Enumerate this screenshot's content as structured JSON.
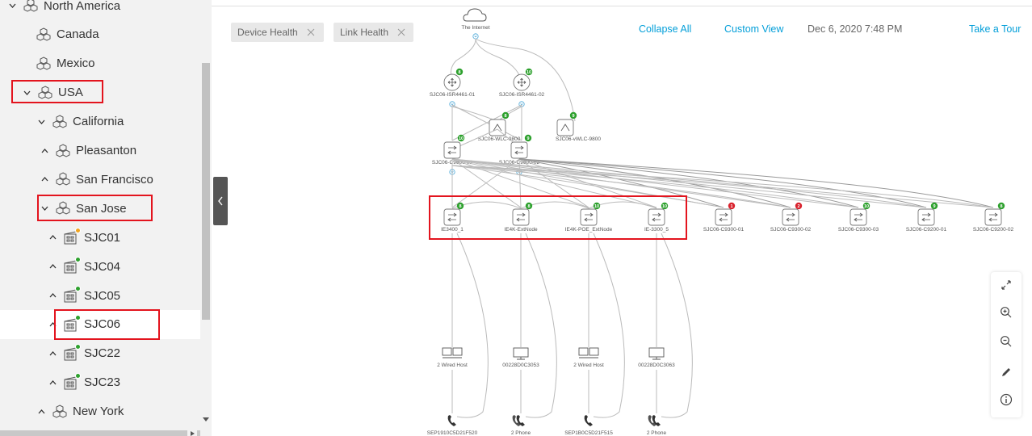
{
  "sidebar": {
    "items": [
      {
        "label": "North America",
        "chevron": "down",
        "icon": "site-icon",
        "level": 0
      },
      {
        "label": "Canada",
        "chevron": "",
        "icon": "site-icon",
        "level": 1
      },
      {
        "label": "Mexico",
        "chevron": "",
        "icon": "site-icon",
        "level": 1
      },
      {
        "label": "USA",
        "chevron": "down",
        "icon": "site-icon",
        "level": 1
      },
      {
        "label": "California",
        "chevron": "down",
        "icon": "site-icon",
        "level": 2
      },
      {
        "label": "Pleasanton",
        "chevron": "up",
        "icon": "site-icon",
        "level": 3
      },
      {
        "label": "San Francisco",
        "chevron": "up",
        "icon": "site-icon",
        "level": 3
      },
      {
        "label": "San Jose",
        "chevron": "down",
        "icon": "site-icon",
        "level": 3
      },
      {
        "label": "SJC01",
        "chevron": "up",
        "icon": "building-icon",
        "level": 4,
        "status": "orange"
      },
      {
        "label": "SJC04",
        "chevron": "up",
        "icon": "building-icon",
        "level": 4,
        "status": "green"
      },
      {
        "label": "SJC05",
        "chevron": "up",
        "icon": "building-icon",
        "level": 4,
        "status": "green"
      },
      {
        "label": "SJC06",
        "chevron": "up",
        "icon": "building-icon",
        "level": 4,
        "status": "green",
        "selected": true
      },
      {
        "label": "SJC22",
        "chevron": "up",
        "icon": "building-icon",
        "level": 4,
        "status": "green"
      },
      {
        "label": "SJC23",
        "chevron": "up",
        "icon": "building-icon",
        "level": 4,
        "status": "green"
      },
      {
        "label": "New York",
        "chevron": "up",
        "icon": "site-icon",
        "level": 2
      }
    ]
  },
  "filters": {
    "device_health": "Device Health",
    "link_health": "Link Health"
  },
  "header": {
    "collapse_all": "Collapse All",
    "custom_view": "Custom View",
    "timestamp": "Dec 6, 2020 7:48 PM",
    "take_tour": "Take a Tour"
  },
  "toolbar": {
    "items": [
      "expand-icon",
      "zoom-in-icon",
      "zoom-out-icon",
      "pencil-icon",
      "info-icon"
    ]
  },
  "colors": {
    "accent": "#049fd9",
    "health_good": "#2ea12e",
    "health_bad": "#d9232e",
    "health_warn": "#f0a420",
    "highlight": "#e3141e"
  },
  "topology": {
    "internet": "The Internet",
    "routers": [
      {
        "name": "SJC06-ISR4461-01",
        "score": "8"
      },
      {
        "name": "SJC06-ISR4461-02",
        "score": "10"
      }
    ],
    "wlcs": [
      {
        "name": "SJC06-WLC-9800",
        "score": "8"
      },
      {
        "name": "SJC06-vWLC-9800",
        "score": "9"
      }
    ],
    "core": [
      {
        "name": "SJC06-C9600-01",
        "score": "10"
      },
      {
        "name": "SJC06-C9600-02",
        "score": "9"
      }
    ],
    "access": [
      {
        "name": "IE3400_1",
        "score": "8"
      },
      {
        "name": "IE4K-ExtNode",
        "score": "8"
      },
      {
        "name": "IE4K-POE_ExtNode",
        "score": "10"
      },
      {
        "name": "IE-3300_5",
        "score": "10"
      },
      {
        "name": "SJC06-C9300-01",
        "score": "1"
      },
      {
        "name": "SJC06-C9300-02",
        "score": "2"
      },
      {
        "name": "SJC06-C9300-03",
        "score": "10"
      },
      {
        "name": "SJC06-C9200-01",
        "score": "9"
      },
      {
        "name": "SJC06-C9200-02",
        "score": "8"
      }
    ],
    "hosts": [
      "2 Wired Host",
      "00228D0C3053",
      "2 Wired Host",
      "00228D0C3063"
    ],
    "phones": [
      "SEP1910C5D21F520",
      "2 Phone",
      "SEP1B0C5D21F515",
      "2 Phone"
    ]
  }
}
